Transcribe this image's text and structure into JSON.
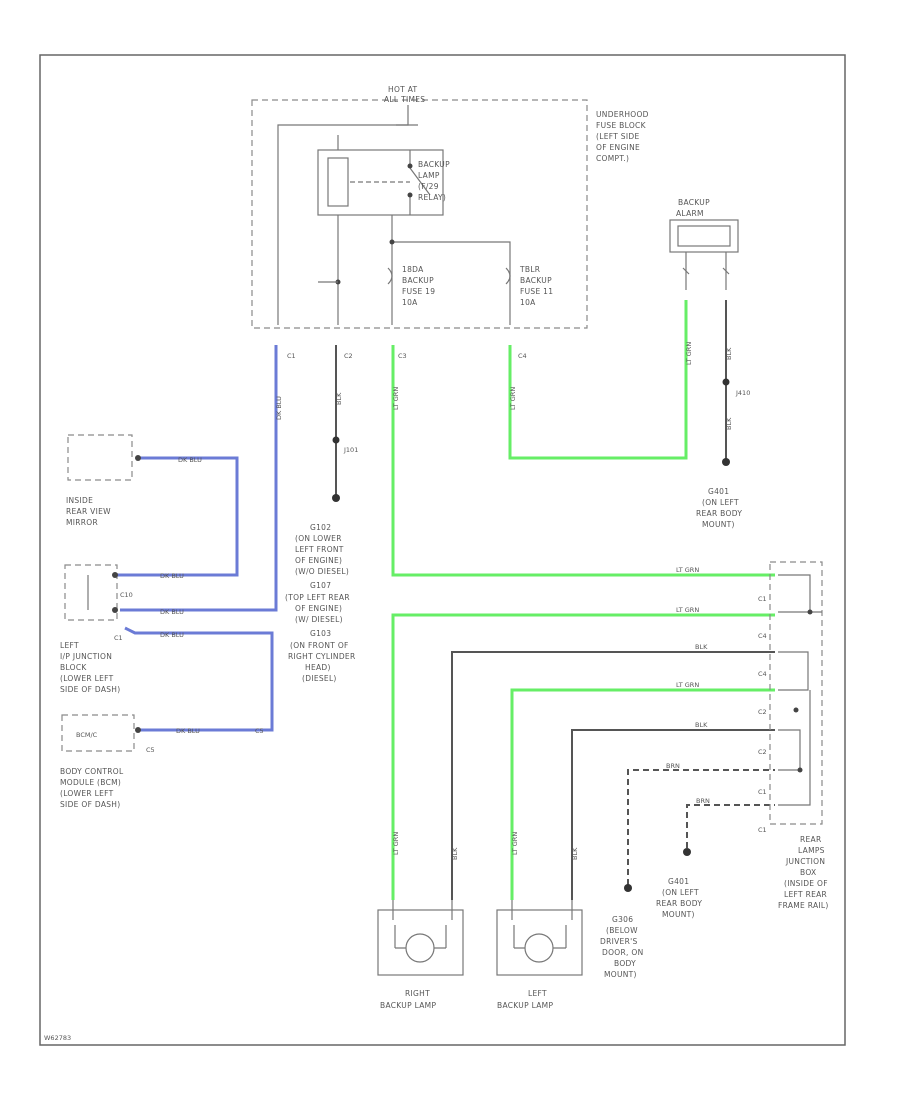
{
  "labels": {
    "hot_at": "HOT AT",
    "all_times": "ALL TIMES",
    "underhood_fuse_block": [
      "UNDERHOOD",
      "FUSE BLOCK",
      "(LEFT SIDE",
      "OF ENGINE",
      "COMPT.)"
    ],
    "backup_relay": [
      "BACKUP",
      "LAMP",
      "(F/29",
      "RELAY)"
    ],
    "backup_fuse_19": [
      "18DA",
      "BACKUP",
      "FUSE 19",
      "10A"
    ],
    "backup_fuse_11": [
      "TBLR",
      "BACKUP",
      "FUSE 11",
      "10A"
    ],
    "backup_alarm": [
      "BACKUP",
      "ALARM"
    ],
    "inside_mirror": [
      "INSIDE",
      "REAR VIEW",
      "MIRROR"
    ],
    "left_ip_junction": [
      "LEFT",
      "I/P JUNCTION",
      "BLOCK",
      "(LOWER LEFT",
      "SIDE OF DASH)"
    ],
    "bcm": [
      "BODY CONTROL",
      "MODULE (BCM)",
      "(LOWER LEFT",
      "SIDE OF DASH)"
    ],
    "g102": [
      "G102",
      "(ON LOWER",
      "LEFT FRONT",
      "OF ENGINE)",
      "(W/O DIESEL)",
      "G107",
      "(TOP LEFT REAR",
      "OF ENGINE)",
      "(W/ DIESEL)",
      "G103",
      "(ON FRONT OF",
      "RIGHT CYLINDER",
      "HEAD)",
      "(DIESEL)"
    ],
    "g401_top": [
      "G401",
      "(ON LEFT",
      "REAR BODY",
      "MOUNT)"
    ],
    "g401_bottom": [
      "G401",
      "(ON LEFT",
      "REAR BODY",
      "MOUNT)"
    ],
    "g306": [
      "G306",
      "(BELOW",
      "DRIVER'S",
      "DOOR, ON",
      "BODY",
      "MOUNT)"
    ],
    "rear_lamps_junction": [
      "REAR",
      "LAMPS",
      "JUNCTION",
      "BOX",
      "(INSIDE OF",
      "LEFT REAR",
      "FRAME RAIL)"
    ],
    "right_backup_lamp": [
      "RIGHT",
      "BACKUP LAMP"
    ],
    "left_backup_lamp": [
      "LEFT",
      "BACKUP LAMP"
    ],
    "footer_code": "W62783"
  },
  "wire_labels": {
    "dk_blu": "DK BLU",
    "lt_grn": "LT GRN",
    "blk": "BLK",
    "brn": "BRN",
    "bcm_conn": "BCM/C",
    "c1": "C1",
    "c2": "C2",
    "c3": "C3",
    "c4": "C4",
    "c5": "C5",
    "c10": "C10",
    "j101": "J101",
    "j410": "J410"
  },
  "colors": {
    "green_wire": "#66ee66",
    "blue_wire": "#6b7bd6",
    "black_wire": "#555555"
  }
}
